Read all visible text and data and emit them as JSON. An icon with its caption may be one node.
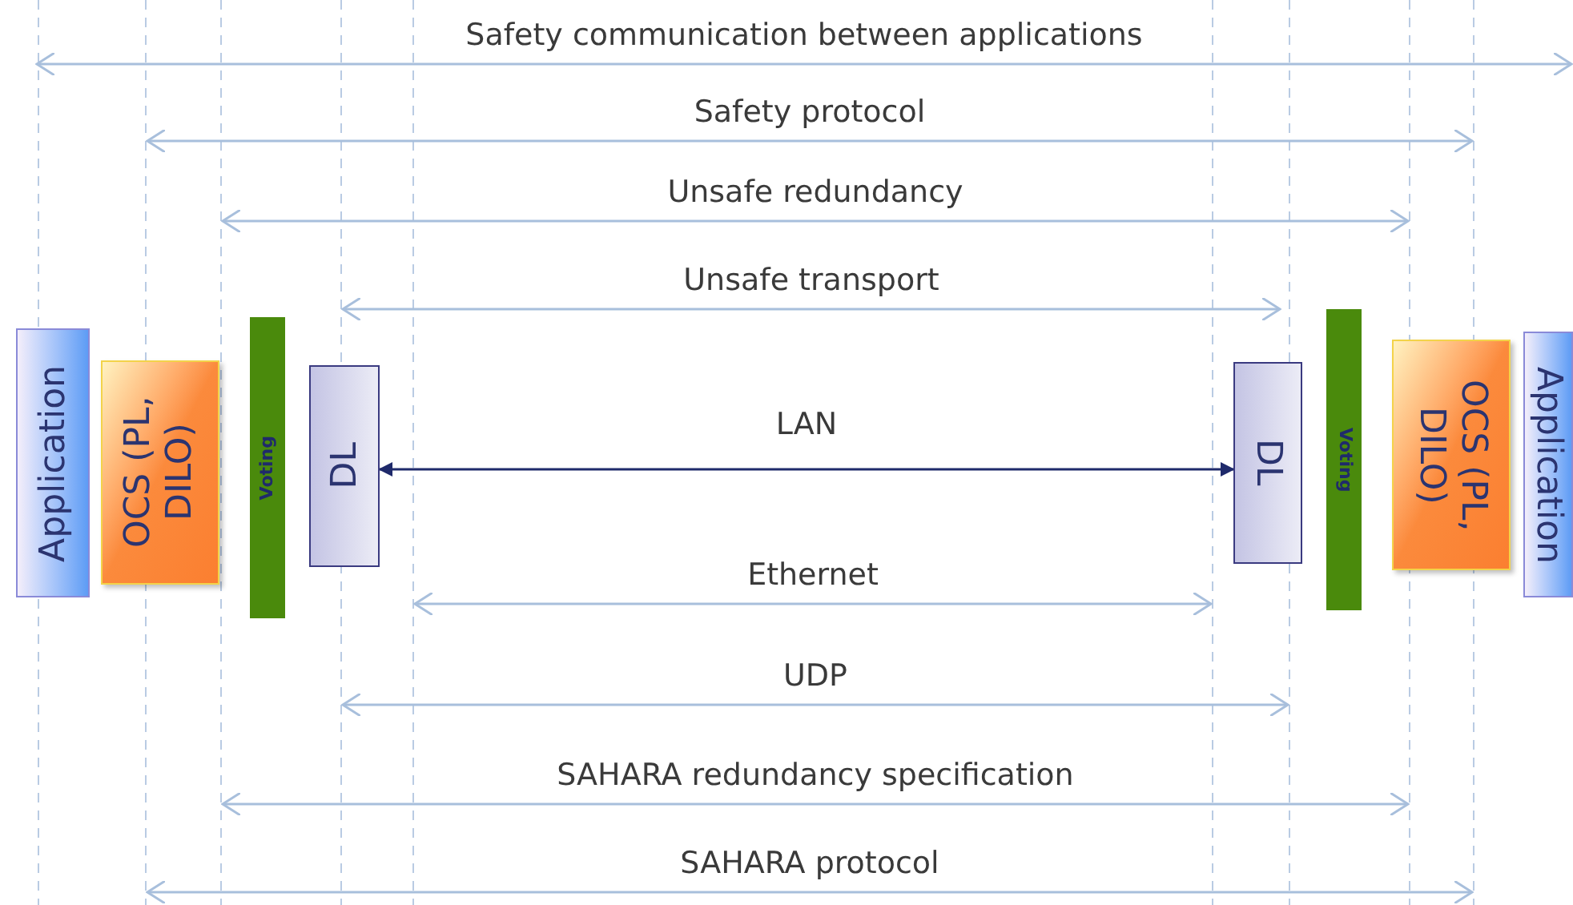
{
  "diagram": {
    "nodes": [
      {
        "text": [
          "Application"
        ]
      },
      {
        "text": [
          "OCS (PL, DILO)"
        ]
      },
      {
        "text": [
          "Voting"
        ]
      },
      {
        "text": [
          "DL"
        ]
      },
      {
        "text": [
          "DL"
        ]
      },
      {
        "text": [
          "Voting"
        ]
      },
      {
        "text": [
          "OCS (PL, DILO)"
        ]
      },
      {
        "text": [
          "Application"
        ]
      }
    ],
    "edges": [
      {
        "from": 3,
        "to": 4,
        "arrow": "both",
        "label": "LAN"
      }
    ],
    "labels": [
      "Safety communication between applications",
      "Safety protocol",
      "Unsafe redundancy",
      "Unsafe transport",
      "Ethernet",
      "UDP",
      "SAHARA redundancy specification",
      "SAHARA protocol"
    ]
  }
}
